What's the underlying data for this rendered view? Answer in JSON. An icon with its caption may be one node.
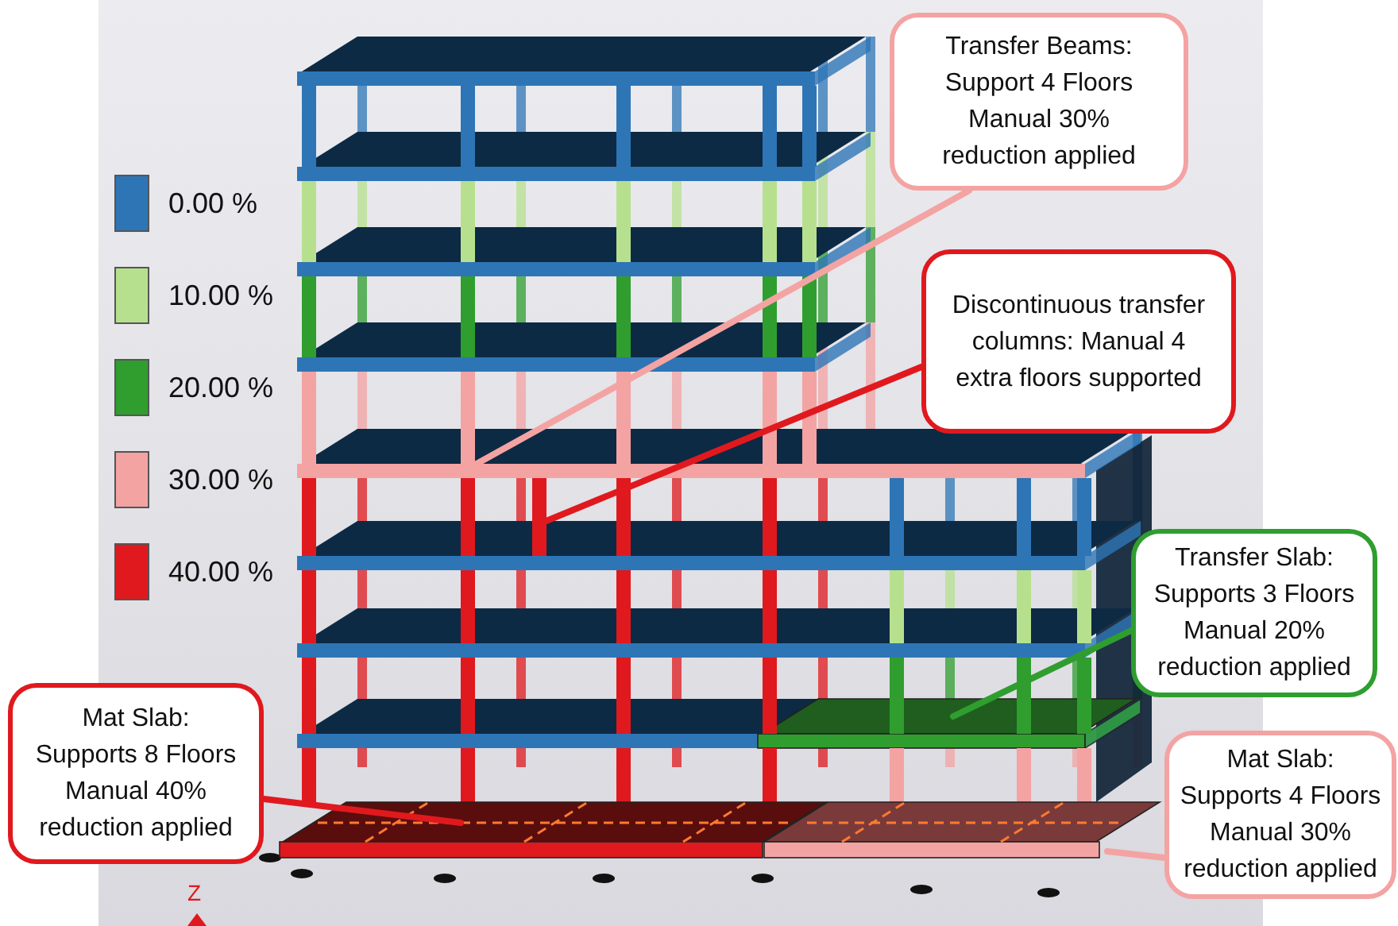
{
  "diagram": {
    "nodes": [
      {
        "text": [
          "Transfer Beams: Support 4 Floors Manual 30% reduction applied"
        ]
      },
      {
        "text": [
          "Discontinuous transfer columns: Manual 4 extra floors supported"
        ]
      },
      {
        "text": [
          "Transfer Slab: Supports 3 Floors Manual 20% reduction applied"
        ]
      },
      {
        "text": [
          "Mat Slab: Supports 8 Floors Manual 40% reduction applied"
        ]
      },
      {
        "text": [
          "Mat Slab: Supports 4 Floors Manual 30% reduction applied"
        ]
      },
      {
        "text": [],
        "shape": "bar"
      },
      {
        "text": [],
        "shape": "bar"
      },
      {
        "text": [],
        "shape": "box"
      },
      {
        "text": [],
        "shape": "box"
      },
      {
        "text": [],
        "shape": "box"
      }
    ],
    "edges": [
      {
        "from": 0,
        "to": 5,
        "arrow": "none",
        "color": "#f4a3a3"
      },
      {
        "from": 1,
        "to": 6,
        "arrow": "none",
        "color": "#e0191e"
      },
      {
        "from": 2,
        "to": 7,
        "arrow": "none",
        "color": "#2f9e2f"
      },
      {
        "from": 3,
        "to": 8,
        "arrow": "none",
        "color": "#e0191e"
      },
      {
        "from": 4,
        "to": 9,
        "arrow": "none",
        "color": "#f4a3a3"
      }
    ],
    "labels": [
      "Z"
    ],
    "legend": [
      {
        "text": "0.00 %",
        "color": "#2e75b6"
      },
      {
        "text": "10.00 %",
        "color": "#b7e08e"
      },
      {
        "text": "20.00 %",
        "color": "#2f9e2f"
      },
      {
        "text": "30.00 %",
        "color": "#f4a3a3"
      },
      {
        "text": "40.00 %",
        "color": "#e0191e"
      }
    ]
  }
}
